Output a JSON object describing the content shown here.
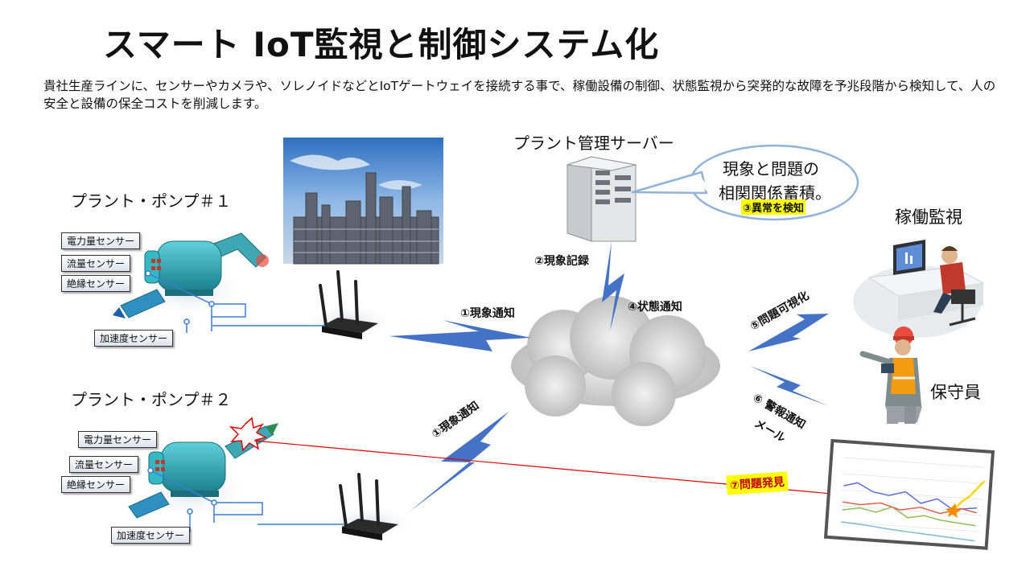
{
  "title": "スマート IoT監視と制御システム化",
  "intro": "貴社生産ラインに、センサーやカメラや、ソレノイドなどとIoTゲートウェイを接続する事で、稼働設備の制御、状態監視から突発的な故障を予兆段階から検知して、人の安全と設備の保全コストを削減します。",
  "pump1": {
    "label": "プラント・ポンプ＃１",
    "sensors": [
      "電力量センサー",
      "流量センサー",
      "絶縁センサー",
      "加速度センサー"
    ]
  },
  "pump2": {
    "label": "プラント・ポンプ＃２",
    "sensors": [
      "電力量センサー",
      "流量センサー",
      "絶縁センサー",
      "加速度センサー"
    ]
  },
  "server": {
    "label": "プラント管理サーバー",
    "record_label": "②現象記録"
  },
  "bubble": {
    "line1": "現象と問題の",
    "line2": "相関関係蓄積。",
    "anomaly": "③異常を検知"
  },
  "links": {
    "notify1": "①現象通知",
    "notify2": "①現象通知",
    "status": "④状態通知",
    "visualize": "⑤問題可視化",
    "alert_line1": "⑥ 警報通知",
    "alert_line2": "メール",
    "problem_found": "⑦問題発見"
  },
  "operation_monitor_label": "稼働監視",
  "maintenance_label": "保守員",
  "colors": {
    "bolt": "#4472c4",
    "pump": "#2aa7b8",
    "alarm_line": "#e00000",
    "bubble_border": "#8fb3d9"
  }
}
